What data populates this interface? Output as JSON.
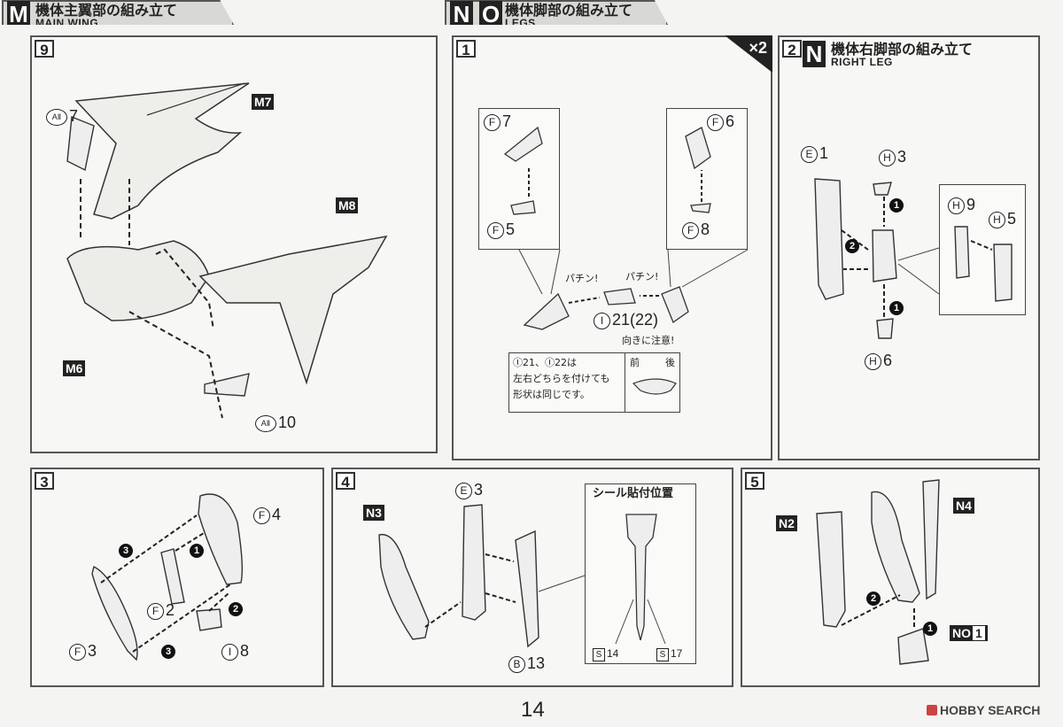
{
  "sections": {
    "m": {
      "letter": "M",
      "title_jp": "機体主翼部の組み立て",
      "title_en": "MAIN WING"
    },
    "no": {
      "letters": [
        "N",
        "O"
      ],
      "title_jp": "機体脚部の組み立て",
      "title_en": "LEGS"
    },
    "n": {
      "letter": "N",
      "title_jp": "機体右脚部の組み立て",
      "title_en": "RIGHT LEG"
    }
  },
  "steps": {
    "s9": {
      "num": "9",
      "parts": [
        {
          "circ": "AⅡ",
          "num": "7"
        },
        {
          "circ": "AⅡ",
          "num": "10"
        }
      ],
      "tags": [
        "M7",
        "M8",
        "M6"
      ]
    },
    "s1": {
      "num": "1",
      "multiplier": "×2",
      "parts_left": [
        {
          "circ": "F",
          "num": "7"
        },
        {
          "circ": "F",
          "num": "5"
        }
      ],
      "parts_right": [
        {
          "circ": "F",
          "num": "6"
        },
        {
          "circ": "F",
          "num": "8"
        }
      ],
      "click1": "パチン!",
      "click2": "パチン!",
      "center_part": {
        "circ": "I",
        "num": "21(22)"
      },
      "orientation_note": "向きに注意!",
      "note_line1": "Ⓘ21、Ⓘ22は",
      "note_line2": "左右どちらを付けても",
      "note_line3": "形状は同じです。",
      "front": "前",
      "back": "後"
    },
    "s2": {
      "num": "2",
      "parts": [
        {
          "circ": "E",
          "num": "1"
        },
        {
          "circ": "H",
          "num": "3"
        },
        {
          "circ": "H",
          "num": "9"
        },
        {
          "circ": "H",
          "num": "5"
        },
        {
          "circ": "H",
          "num": "6"
        }
      ],
      "order": [
        "1",
        "2",
        "1"
      ]
    },
    "s3": {
      "num": "3",
      "parts": [
        {
          "circ": "F",
          "num": "4"
        },
        {
          "circ": "F",
          "num": "2"
        },
        {
          "circ": "F",
          "num": "3"
        },
        {
          "circ": "I",
          "num": "8"
        }
      ],
      "order": [
        "1",
        "2",
        "3",
        "3"
      ]
    },
    "s4": {
      "num": "4",
      "parts": [
        {
          "circ": "E",
          "num": "3"
        },
        {
          "circ": "B",
          "num": "13"
        }
      ],
      "tag": "N3",
      "seal_title": "シール貼付位置",
      "seals": [
        {
          "box": "S",
          "num": "14"
        },
        {
          "box": "S",
          "num": "17"
        }
      ]
    },
    "s5": {
      "num": "5",
      "tags": [
        "N2",
        "N4"
      ],
      "combo_tag": {
        "letters": "NO",
        "num": "1"
      },
      "order": [
        "2",
        "1"
      ]
    }
  },
  "page_number": "14",
  "watermark": "HOBBY SEARCH",
  "colors": {
    "tag_bg": "#222222",
    "panel_border": "#555555",
    "paper": "#f7f7f5"
  }
}
